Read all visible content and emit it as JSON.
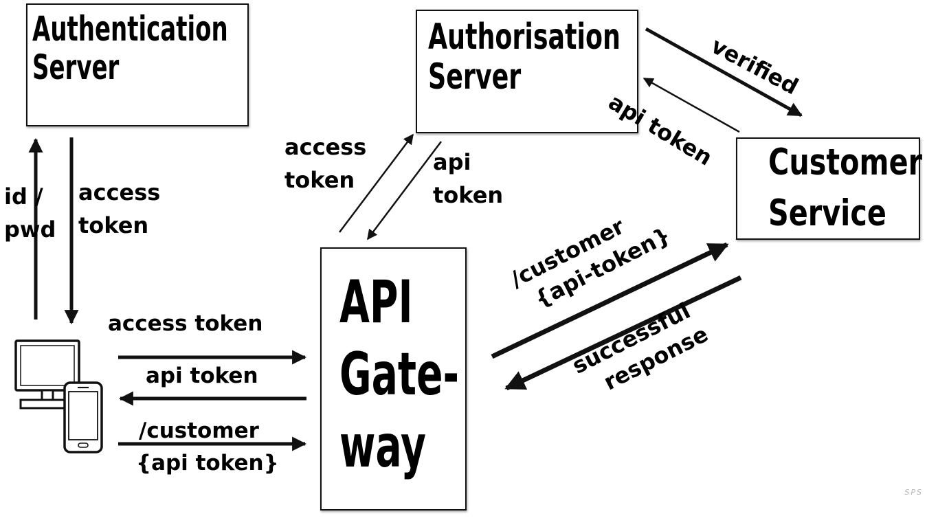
{
  "nodes": {
    "authentication_server": {
      "line1": "Authentication",
      "line2": "Server"
    },
    "authorisation_server": {
      "line1": "Authorisation",
      "line2": "Server"
    },
    "customer_service": {
      "line1": "Customer",
      "line2": "Service"
    },
    "api_gateway": {
      "line1": "API",
      "line2": "Gate-",
      "line3": "way"
    }
  },
  "edges": {
    "client_to_authn": {
      "line1": "id /",
      "line2": "pwd"
    },
    "authn_to_client": {
      "line1": "access",
      "line2": "token"
    },
    "client_to_gateway_access": {
      "label": "access token"
    },
    "gateway_to_client_api": {
      "label": "api token"
    },
    "client_to_gateway_request": {
      "line1": "/customer",
      "line2": "{api token}"
    },
    "gateway_to_authz": {
      "line1": "access",
      "line2": "token"
    },
    "authz_to_gateway": {
      "line1": "api",
      "line2": "token"
    },
    "authz_to_customer": {
      "label": "verified"
    },
    "customer_to_authz": {
      "label": "api token"
    },
    "gateway_to_customer": {
      "line1": "/customer",
      "line2": "{api-token}"
    },
    "customer_to_gateway": {
      "line1": "successful",
      "line2": "response"
    }
  },
  "icons": {
    "client": [
      "desktop-monitor-icon",
      "smartphone-icon"
    ]
  },
  "watermark": "SPS"
}
